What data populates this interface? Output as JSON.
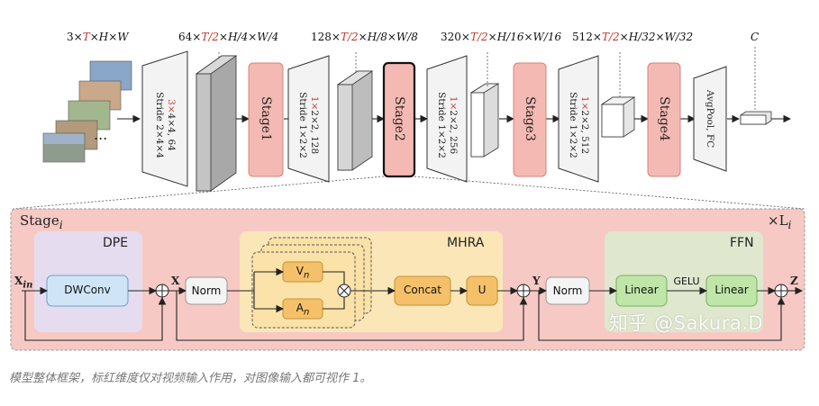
{
  "top": {
    "input_dims": {
      "prefix": "3×",
      "red": "T",
      "suffix": "×H×W"
    },
    "dims": [
      {
        "prefix": "64×",
        "red": "T/2",
        "suffix": "×H/4×W/4"
      },
      {
        "prefix": "128×",
        "red": "T/2",
        "suffix": "×H/8×W/8"
      },
      {
        "prefix": "320×",
        "red": "T/2",
        "suffix": "×H/16×W/16"
      },
      {
        "prefix": "512×",
        "red": "T/2",
        "suffix": "×H/32×W/32"
      },
      {
        "prefix": "",
        "red": "",
        "suffix": "C"
      }
    ],
    "convs": [
      {
        "line1_red": "3×",
        "line1": "4×4, 64",
        "line2": "Stride 2×4×4"
      },
      {
        "line1_red": "1×",
        "line1": "2×2, 128",
        "line2": "Stride 1×2×2"
      },
      {
        "line1_red": "1×",
        "line1": "2×2, 256",
        "line2": "Stride 1×2×2"
      },
      {
        "line1_red": "1×",
        "line1": "2×2, 512",
        "line2": "Stride 1×2×2"
      }
    ],
    "stages": [
      "Stage1",
      "Stage2",
      "Stage3",
      "Stage4"
    ],
    "head": {
      "line1": "AvgPool, FC"
    },
    "ellipsis": "..."
  },
  "detail": {
    "stage_label": "Stage",
    "stage_sub": "i",
    "repeat_label": "×L",
    "repeat_sub": "i",
    "dpe": {
      "title": "DPE",
      "dwconv": "DWConv"
    },
    "mhra": {
      "title": "MHRA",
      "v": "V",
      "v_sub": "n",
      "a": "A",
      "a_sub": "n",
      "concat": "Concat",
      "u": "U"
    },
    "ffn": {
      "title": "FFN",
      "linear1": "Linear",
      "gelu": "GELU",
      "linear2": "Linear"
    },
    "norm1": "Norm",
    "norm2": "Norm",
    "x_in": "X",
    "x_in_sub": "in",
    "x": "X",
    "y": "Y",
    "z": "Z"
  },
  "watermark": "知乎 @Sakura.D",
  "caption": "模型整体框架，标红维度仅对视频输入作用，对图像输入都可视作 1。",
  "colors": {
    "stage_fill": "#f4b9b3",
    "stage_bg": "#f7c9c4",
    "dpe_bg": "#e6dcef",
    "mhra_bg": "#fbe6b8",
    "ffn_bg": "#dfe7cf",
    "dwconv": "#cfe5f7",
    "concat": "#f4c16a",
    "linear": "#bfe6a8",
    "red": "#c0392b"
  }
}
